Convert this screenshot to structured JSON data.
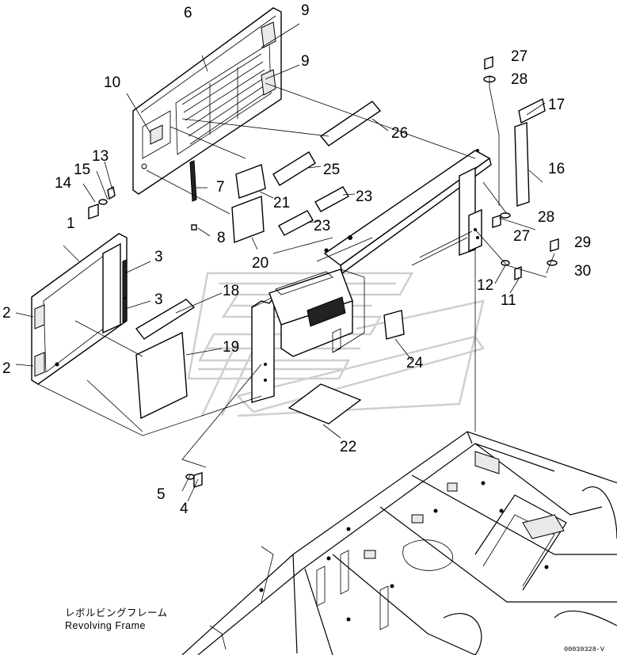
{
  "drawing": {
    "callouts": [
      "1",
      "2",
      "2",
      "3",
      "3",
      "4",
      "5",
      "6",
      "7",
      "8",
      "9",
      "9",
      "10",
      "11",
      "12",
      "13",
      "14",
      "15",
      "16",
      "17",
      "18",
      "19",
      "20",
      "21",
      "22",
      "23",
      "23",
      "24",
      "25",
      "26",
      "27",
      "27",
      "28",
      "28",
      "29",
      "30"
    ],
    "caption_jp": "レボルビングフレーム",
    "caption_en": "Revolving Frame",
    "drawing_code": "00039328-V",
    "line_color": "#000000",
    "background_color": "#ffffff",
    "watermark_color": "#cfcfcf"
  }
}
